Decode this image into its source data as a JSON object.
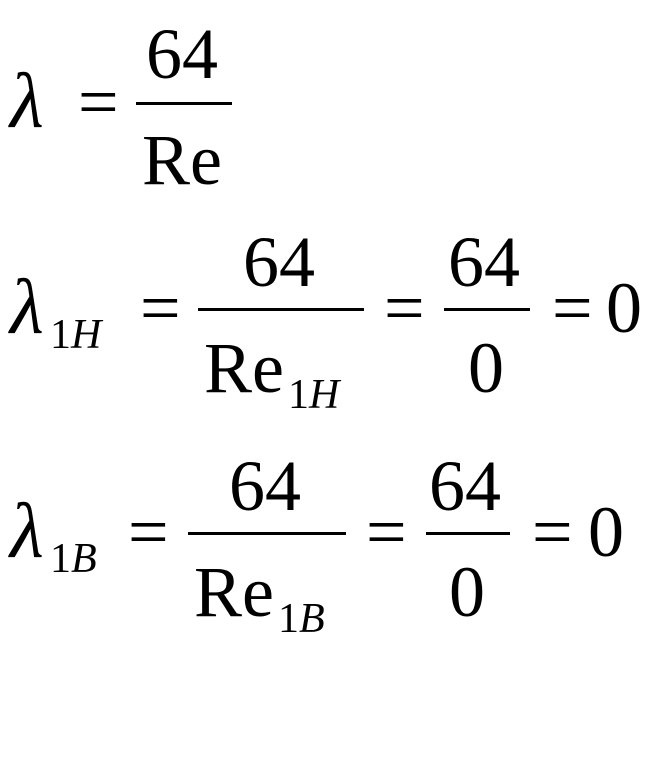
{
  "equations": [
    {
      "lhs_symbol": "λ",
      "lhs_subscript_num": "",
      "lhs_subscript_var": "",
      "eq1": "=",
      "frac1_num": "64",
      "frac1_den": "Re",
      "frac1_den_sub_num": "",
      "frac1_den_sub_var": ""
    },
    {
      "lhs_symbol": "λ",
      "lhs_subscript_num": "1",
      "lhs_subscript_var": "H",
      "eq1": "=",
      "frac1_num": "64",
      "frac1_den": "Re",
      "frac1_den_sub_num": "1",
      "frac1_den_sub_var": "H",
      "eq2": "=",
      "frac2_num": "64",
      "frac2_den": "0",
      "eq3": "=",
      "result": "0"
    },
    {
      "lhs_symbol": "λ",
      "lhs_subscript_num": "1",
      "lhs_subscript_var": "B",
      "eq1": "=",
      "frac1_num": "64",
      "frac1_den": "Re",
      "frac1_den_sub_num": "1",
      "frac1_den_sub_var": "B",
      "eq2": "=",
      "frac2_num": "64",
      "frac2_den": "0",
      "eq3": "=",
      "result": "0"
    }
  ]
}
